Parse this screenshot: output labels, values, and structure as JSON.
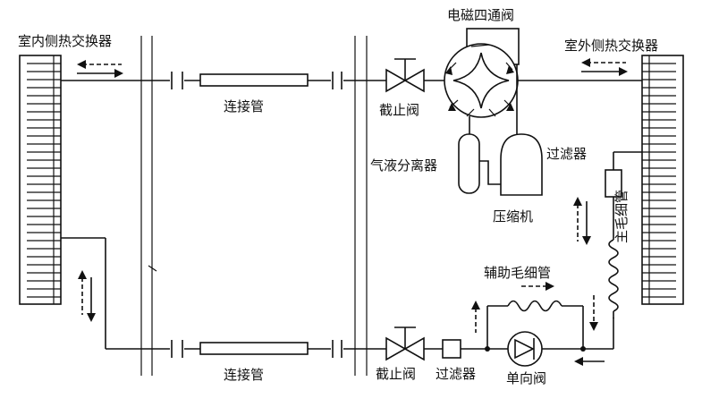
{
  "labels": {
    "indoor_hx": "室内侧热交换器",
    "outdoor_hx": "室外侧热交换器",
    "four_way_valve": "电磁四通阀",
    "connecting_pipe_top": "连接管",
    "connecting_pipe_bottom": "连接管",
    "stop_valve_top": "截止阀",
    "stop_valve_bottom": "截止阀",
    "gas_liquid_separator": "气液分离器",
    "compressor": "压缩机",
    "filter_right": "过滤器",
    "filter_bottom": "过滤器",
    "main_capillary": "主毛细管",
    "aux_capillary": "辅助毛细管",
    "check_valve": "单向阀"
  },
  "icons": {
    "arrow_solid": "solid-arrow-icon",
    "arrow_dashed": "dashed-arrow-icon"
  }
}
